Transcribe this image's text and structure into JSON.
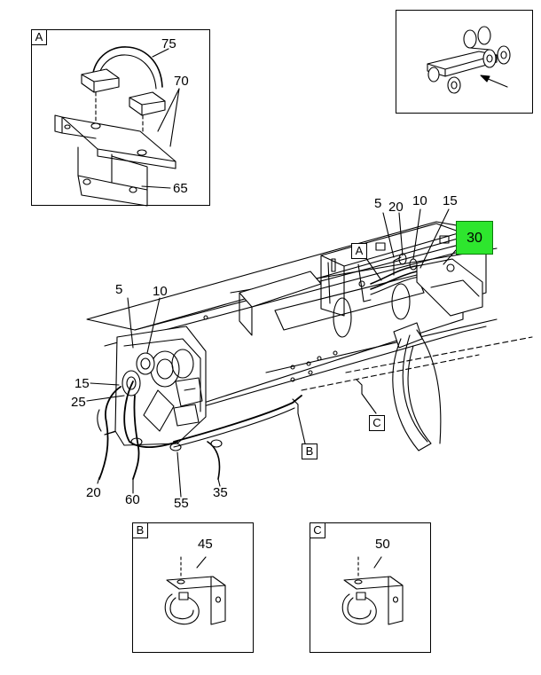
{
  "detail_a": {
    "label": "A",
    "callouts": [
      "75",
      "70",
      "65"
    ]
  },
  "detail_b": {
    "label": "B",
    "callouts": [
      "45"
    ]
  },
  "detail_c": {
    "label": "C",
    "callouts": [
      "50"
    ]
  },
  "main": {
    "detail_markers": {
      "a": "A",
      "b": "B",
      "c": "C"
    },
    "callouts": {
      "c5_left": "5",
      "c10_left": "10",
      "c15_left": "15",
      "c25": "25",
      "c20_left": "20",
      "c60": "60",
      "c55": "55",
      "c35": "35",
      "c5_right": "5",
      "c20_right": "20",
      "c10_right": "10",
      "c15_right": "15"
    },
    "highlight": {
      "label": "30",
      "color": "#2ee62e"
    }
  },
  "locator": {
    "arrow_icon": "arrow-icon",
    "vehicle_icon": "chassis-icon"
  }
}
